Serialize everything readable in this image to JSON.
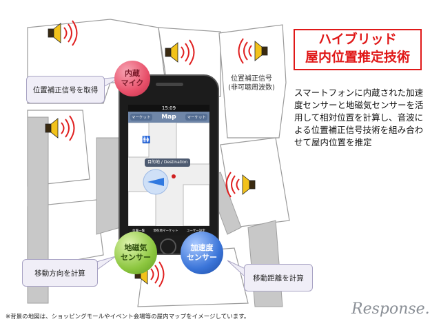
{
  "title": {
    "line1": "ハイブリッド",
    "line2": "屋内位置推定技術"
  },
  "description": "スマートフォンに内蔵された加速度センサーと地磁気センサーを活用して相対位置を計算し、音波による位置補正信号技術を組み合わせて屋内位置を推定",
  "callouts": {
    "correction_signal": "位置補正信号を取得",
    "direction": "移動方向を計算",
    "distance": "移動距離を計算"
  },
  "circles": {
    "mic": {
      "line1": "内蔵",
      "line2": "マイク"
    },
    "geomagnetic": {
      "line1": "地磁気",
      "line2": "センサー"
    },
    "acceleration": {
      "line1": "加速度",
      "line2": "センサー"
    }
  },
  "map_label": {
    "line1": "位置補正信号",
    "line2": "(非可聴周波数)"
  },
  "phone": {
    "time": "15:09",
    "nav_left": "マーケット",
    "nav_title": "Map",
    "nav_right": "マーケット",
    "destination": "目的地 / Destination",
    "tabs": [
      "位置一覧",
      "現在地マーケット",
      "ユーザー設定"
    ]
  },
  "footnote": "※背景の地図は、ショッピングモールやイベント会場等の屋内マップをイメージしています。",
  "brand": "Response.",
  "colors": {
    "title_red": "#e01818",
    "mic": "#e8506a",
    "geomagnetic": "#8cc63f",
    "acceleration": "#3a74d8"
  }
}
